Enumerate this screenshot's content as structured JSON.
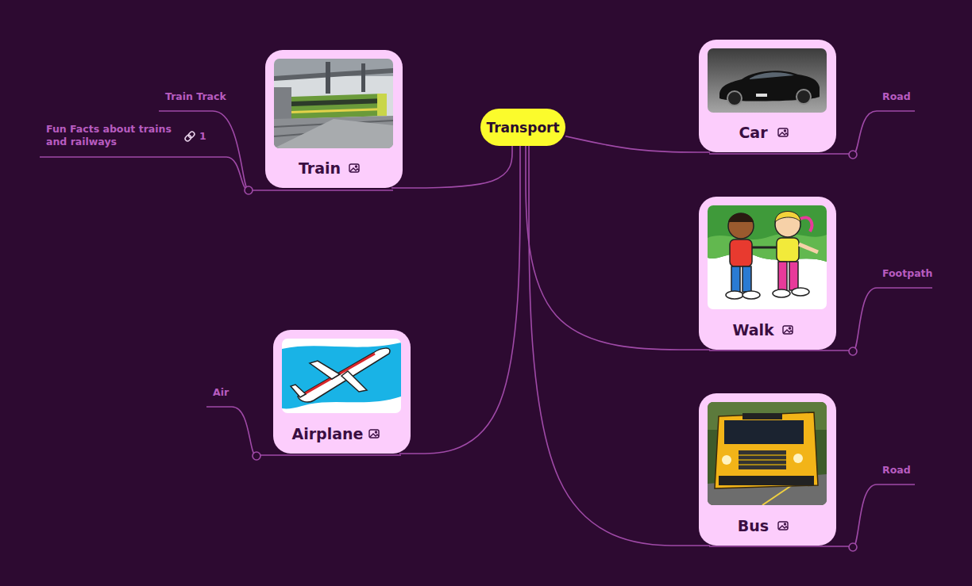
{
  "diagram": {
    "nodes": [
      {
        "text": [
          "Transport"
        ]
      },
      {
        "text": [
          "Train"
        ]
      },
      {
        "text": [
          "Car"
        ]
      },
      {
        "text": [
          "Walk"
        ]
      },
      {
        "text": [
          "Airplane"
        ]
      },
      {
        "text": [
          "Bus"
        ]
      }
    ],
    "edges": [
      {
        "from": 0,
        "to": 1,
        "arrow": "none"
      },
      {
        "from": 0,
        "to": 2,
        "arrow": "none"
      },
      {
        "from": 0,
        "to": 3,
        "arrow": "none"
      },
      {
        "from": 0,
        "to": 4,
        "arrow": "none"
      },
      {
        "from": 0,
        "to": 5,
        "arrow": "none"
      }
    ],
    "labels": [
      "Train Track",
      "Fun Facts about trains and railways",
      "1",
      "Road",
      "Footpath",
      "Air",
      "Road"
    ]
  }
}
